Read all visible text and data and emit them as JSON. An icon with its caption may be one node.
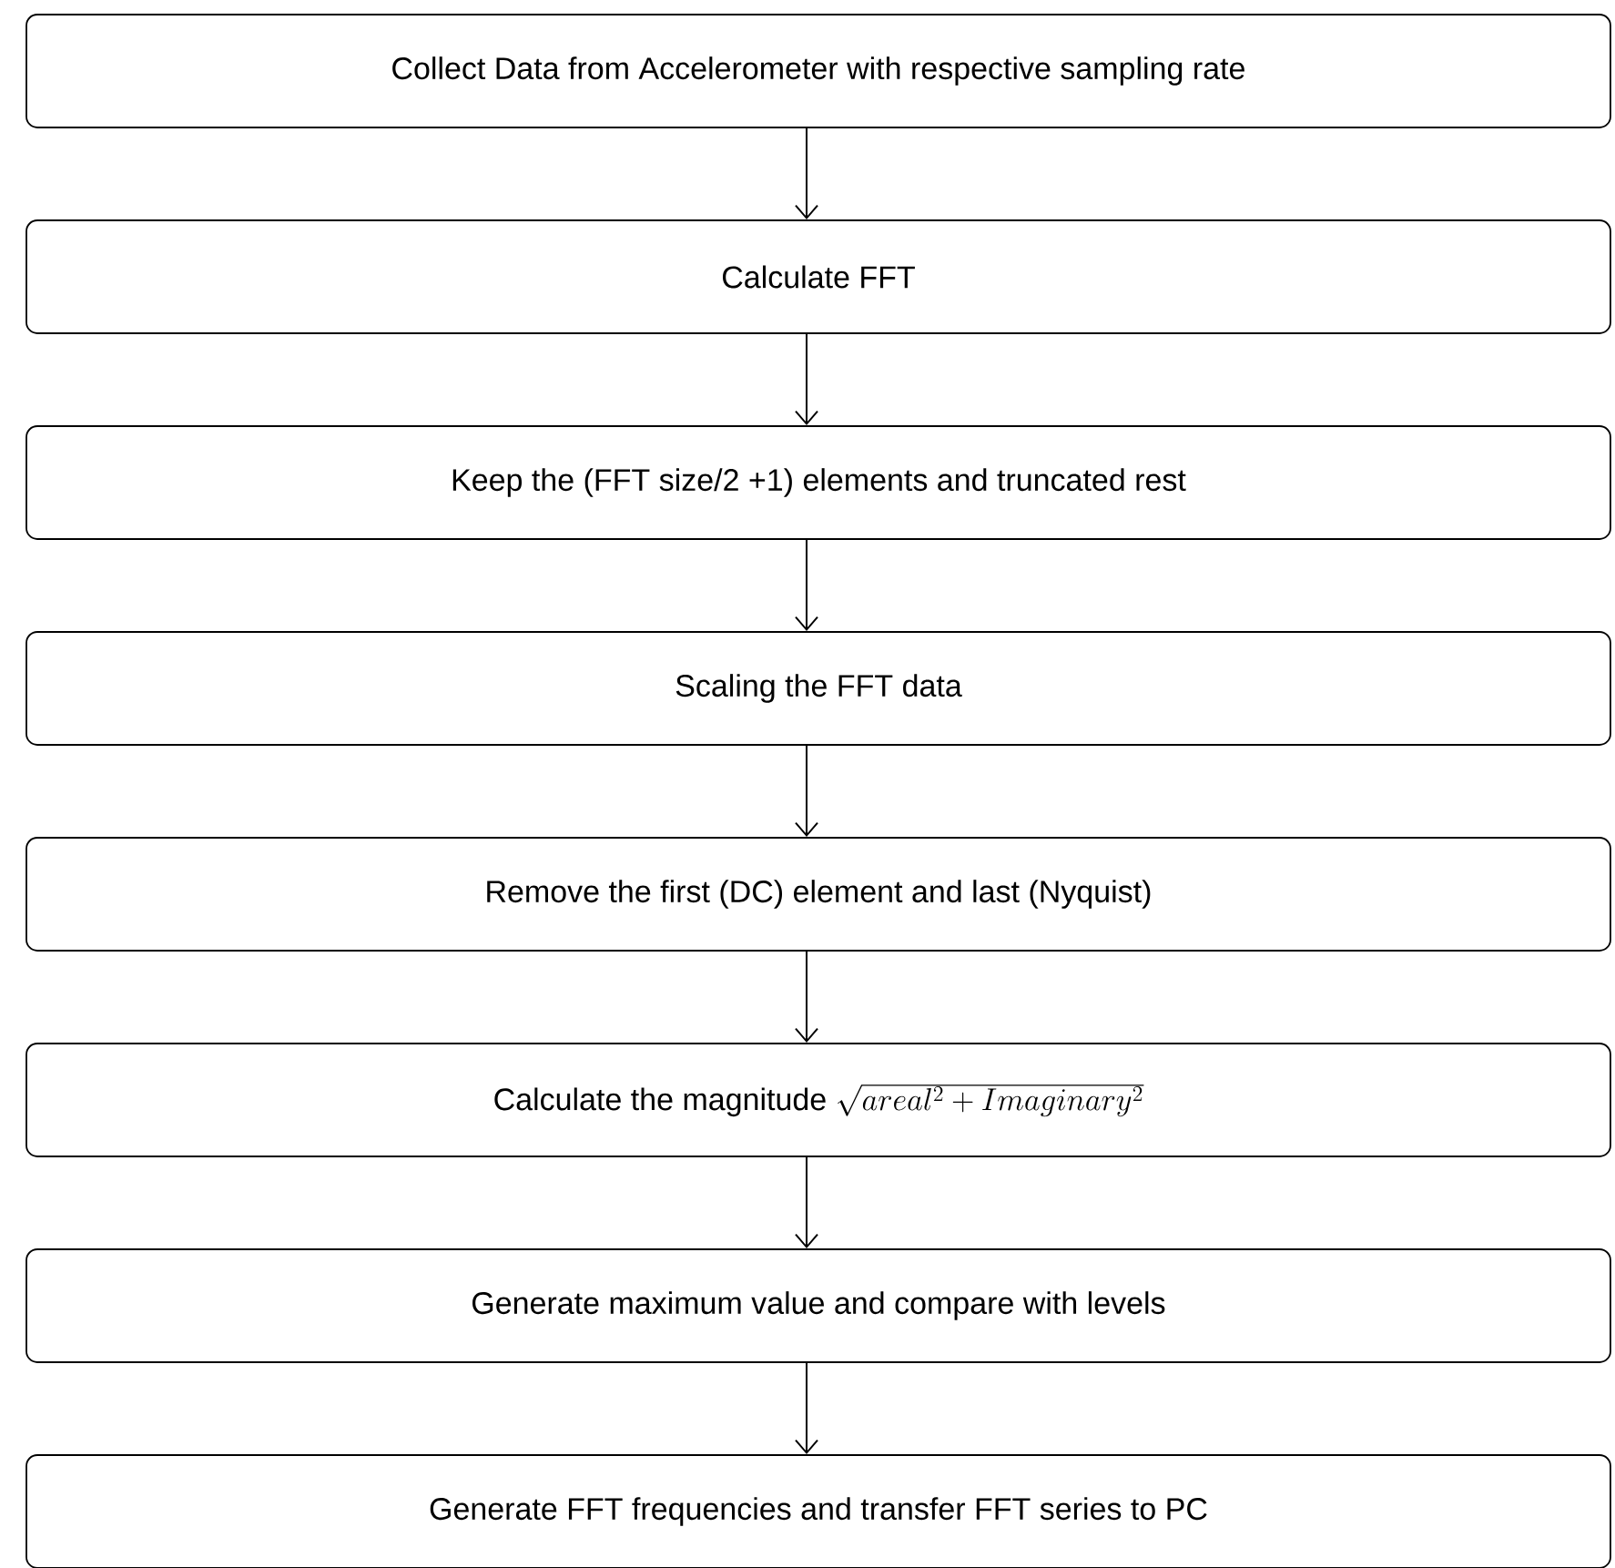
{
  "diagram": {
    "nodes": [
      {
        "text": [
          "Collect Data from Accelerometer with respective sampling rate"
        ]
      },
      {
        "text": [
          "Calculate FFT"
        ]
      },
      {
        "text": [
          "Keep the (FFT size/2 +1) elements and truncated rest"
        ]
      },
      {
        "text": [
          "Scaling the FFT data"
        ]
      },
      {
        "text": [
          "Remove the first (DC) element and last (Nyquist)"
        ]
      },
      {
        "text": [
          "Calculate the magnitude",
          "\\sqrt{areal^2 + Imaginary^2}"
        ]
      },
      {
        "text": [
          "Generate maximum value and compare with levels"
        ]
      },
      {
        "text": [
          "Generate FFT frequencies and transfer FFT series to PC"
        ]
      }
    ],
    "edges": [
      {
        "from": 0,
        "to": 1,
        "arrow": "to"
      },
      {
        "from": 1,
        "to": 2,
        "arrow": "to"
      },
      {
        "from": 2,
        "to": 3,
        "arrow": "to"
      },
      {
        "from": 3,
        "to": 4,
        "arrow": "to"
      },
      {
        "from": 4,
        "to": 5,
        "arrow": "to"
      },
      {
        "from": 5,
        "to": 6,
        "arrow": "to"
      },
      {
        "from": 6,
        "to": 7,
        "arrow": "to"
      }
    ]
  }
}
